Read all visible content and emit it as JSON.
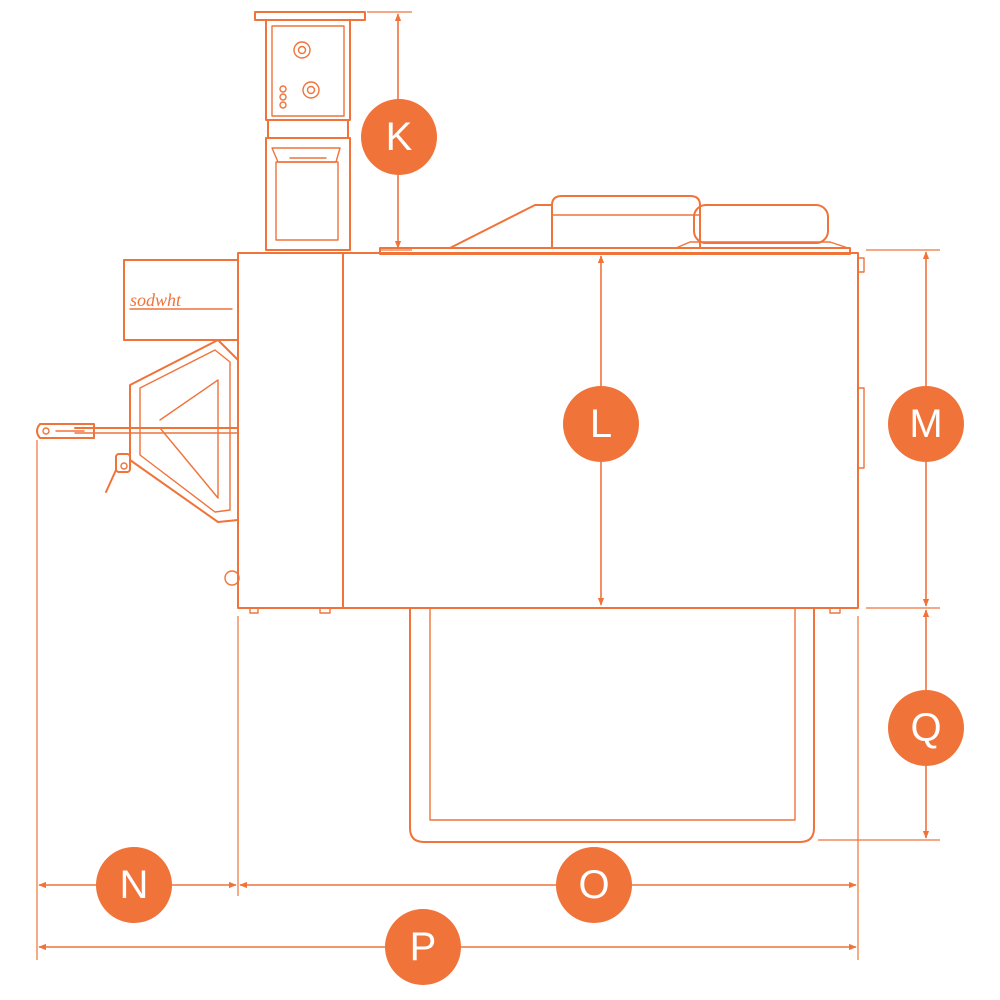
{
  "colors": {
    "line": "#F0733A",
    "badge_fill": "#F0733A",
    "badge_text": "#FFFFFF",
    "background": "#FFFFFF"
  },
  "dimension_labels": {
    "K": "K",
    "L": "L",
    "M": "M",
    "N": "N",
    "O": "O",
    "P": "P",
    "Q": "Q"
  },
  "logo": {
    "text": "sodwht",
    "icon": "brand-logo-icon"
  }
}
